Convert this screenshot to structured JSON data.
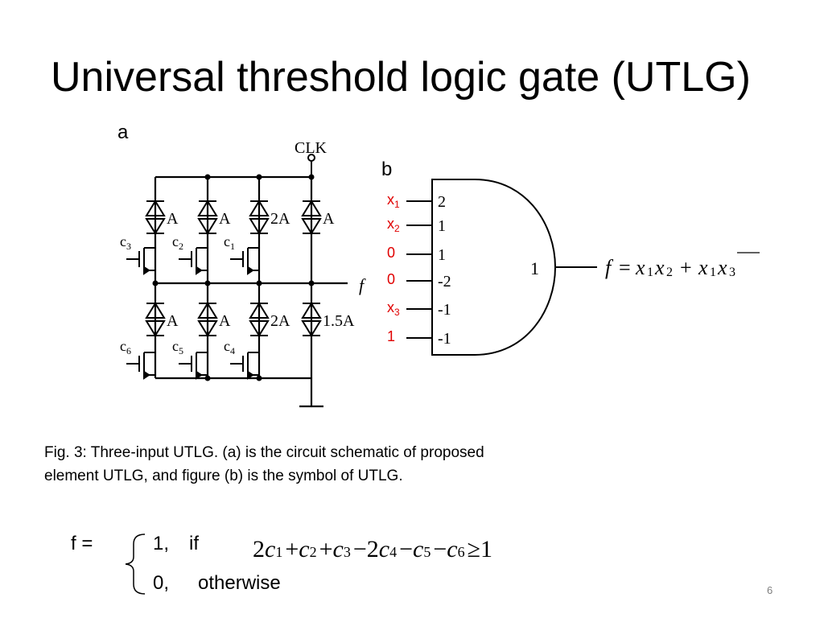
{
  "slide": {
    "title": "Universal threshold logic gate (UTLG)",
    "page_number": "6"
  },
  "circuit": {
    "panel_label": "a",
    "clk_label": "CLK",
    "output_label": "f",
    "top_row_areas": [
      "A",
      "A",
      "2A",
      "A"
    ],
    "bottom_row_areas": [
      "A",
      "A",
      "2A",
      "1.5A"
    ],
    "top_controls": [
      {
        "letter": "c",
        "sub": "3"
      },
      {
        "letter": "c",
        "sub": "2"
      },
      {
        "letter": "c",
        "sub": "1"
      }
    ],
    "bottom_controls": [
      {
        "letter": "c",
        "sub": "6"
      },
      {
        "letter": "c",
        "sub": "5"
      },
      {
        "letter": "c",
        "sub": "4"
      }
    ]
  },
  "symbol": {
    "panel_label": "b",
    "inputs": [
      {
        "name": "x",
        "sub": "1",
        "weight": "2"
      },
      {
        "name": "x",
        "sub": "2",
        "weight": "1"
      },
      {
        "name": "0",
        "sub": "",
        "weight": "1"
      },
      {
        "name": "0",
        "sub": "",
        "weight": "-2"
      },
      {
        "name": "x",
        "sub": "3",
        "weight": "-1"
      },
      {
        "name": "1",
        "sub": "",
        "weight": "-1"
      }
    ],
    "threshold": "1",
    "input_color": "#e00000",
    "output_equation": {
      "lhs": "f",
      "equals": "=",
      "term1": [
        {
          "v": "x",
          "s": "1"
        },
        {
          "v": "x",
          "s": "2"
        }
      ],
      "plus": "+",
      "term2": [
        {
          "v": "x",
          "s": "1"
        },
        {
          "v": "x",
          "s": "3"
        }
      ],
      "overbar_on": "x1 x3"
    }
  },
  "caption": {
    "line1": "Fig. 3: Three-input UTLG. (a) is the circuit schematic of proposed",
    "line2": "element UTLG, and figure (b) is the symbol of UTLG."
  },
  "piecewise": {
    "lhs": "f =",
    "case1_value": "1,",
    "case1_condition_word": "if",
    "inequality": [
      {
        "t": "2",
        "k": "n"
      },
      {
        "t": "c",
        "k": "v"
      },
      {
        "t": "1",
        "k": "s"
      },
      {
        "t": "+",
        "k": "o"
      },
      {
        "t": "c",
        "k": "v"
      },
      {
        "t": "2",
        "k": "s"
      },
      {
        "t": "+",
        "k": "o"
      },
      {
        "t": "c",
        "k": "v"
      },
      {
        "t": "3",
        "k": "s"
      },
      {
        "t": "−",
        "k": "o"
      },
      {
        "t": "2",
        "k": "n"
      },
      {
        "t": "c",
        "k": "v"
      },
      {
        "t": "4",
        "k": "s"
      },
      {
        "t": "−",
        "k": "o"
      },
      {
        "t": "c",
        "k": "v"
      },
      {
        "t": "5",
        "k": "s"
      },
      {
        "t": "−",
        "k": "o"
      },
      {
        "t": "c",
        "k": "v"
      },
      {
        "t": "6",
        "k": "s"
      },
      {
        "t": "≥",
        "k": "o"
      },
      {
        "t": "1",
        "k": "n"
      }
    ],
    "case2_value": "0,",
    "case2_text": "otherwise"
  }
}
